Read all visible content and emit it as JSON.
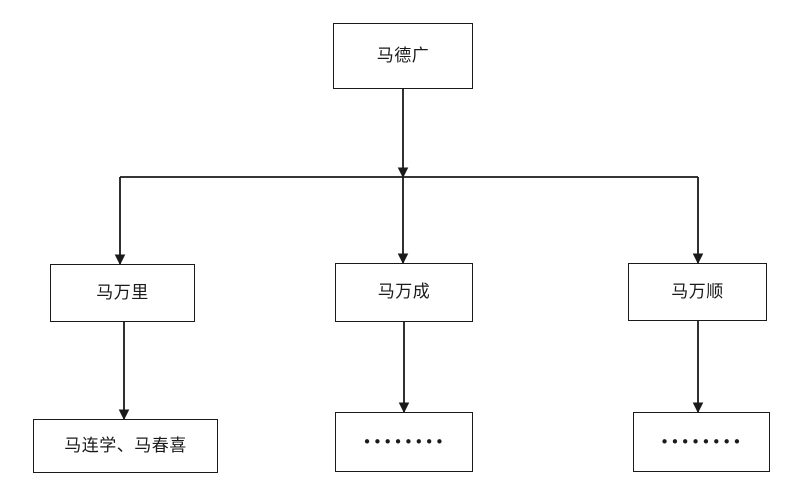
{
  "diagram": {
    "type": "org-chart",
    "title": "",
    "background_color": "#ffffff",
    "line_color": "#1a1a1a",
    "text_color": "#1a1a1a",
    "box_fill": "#ffffff",
    "nodes": {
      "root": {
        "label": "马德广"
      },
      "child_1": {
        "label": "马万里"
      },
      "child_2": {
        "label": "马万成"
      },
      "child_3": {
        "label": "马万顺"
      },
      "leaf_1": {
        "label": "马连学、马春喜"
      },
      "leaf_2": {
        "label": "••••••••"
      },
      "leaf_3": {
        "label": "••••••••"
      }
    }
  }
}
